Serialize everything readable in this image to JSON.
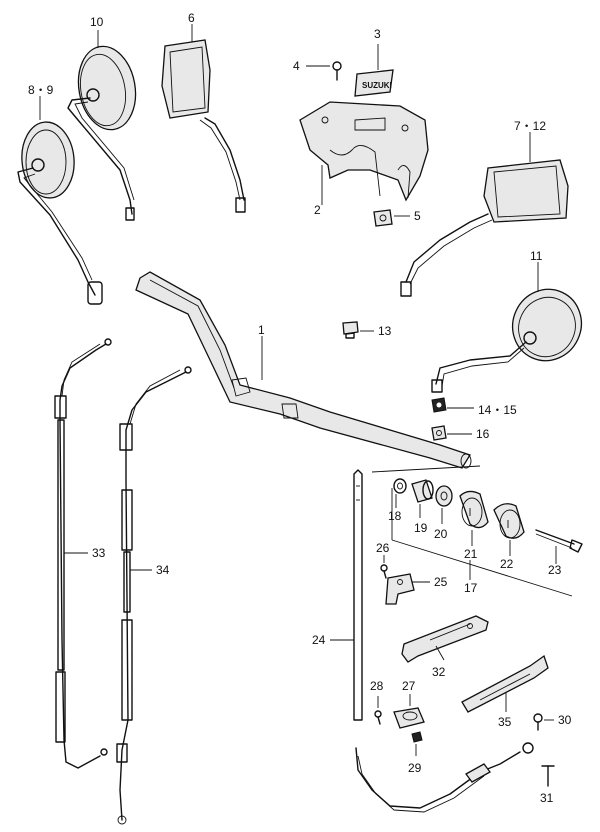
{
  "callouts": {
    "p1": "1",
    "p2": "2",
    "p3": "3",
    "p4": "4",
    "p5": "5",
    "p6": "6",
    "p7_12": "7・12",
    "p8_9": "8・9",
    "p10": "10",
    "p11": "11",
    "p13": "13",
    "p14_15": "14・15",
    "p16": "16",
    "p17": "17",
    "p18": "18",
    "p19": "19",
    "p20": "20",
    "p21": "21",
    "p22": "22",
    "p23": "23",
    "p24": "24",
    "p25": "25",
    "p26": "26",
    "p27": "27",
    "p28": "28",
    "p29": "29",
    "p30": "30",
    "p31": "31",
    "p32": "32",
    "p33": "33",
    "p34": "34",
    "p35": "35"
  },
  "decal_text": "SUZUKI"
}
